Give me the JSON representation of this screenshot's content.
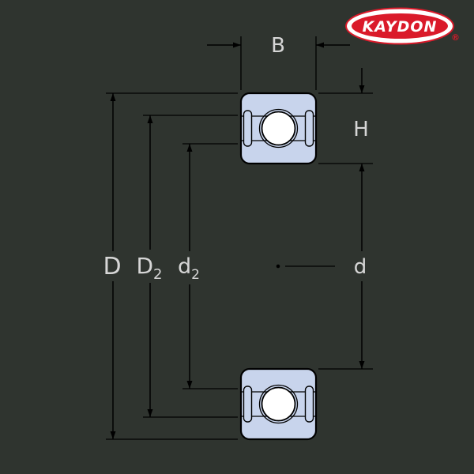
{
  "page": {
    "background": "#2f342f"
  },
  "logo": {
    "text": "KAYDON",
    "registered": "®",
    "oval_red": "#da1a2a",
    "text_color": "#ffffff"
  },
  "dimensions": {
    "B": {
      "label": "B"
    },
    "H": {
      "label": "H"
    },
    "D": {
      "label": "D"
    },
    "D2": {
      "label": "D",
      "sub": "2"
    },
    "d2": {
      "label": "d",
      "sub": "2"
    },
    "d": {
      "label": "d"
    }
  },
  "bearing": {
    "fill": "#c8d4ec",
    "ball_fill": "#ffffff",
    "line": "#000000",
    "label_color": "#d6d6d6"
  }
}
